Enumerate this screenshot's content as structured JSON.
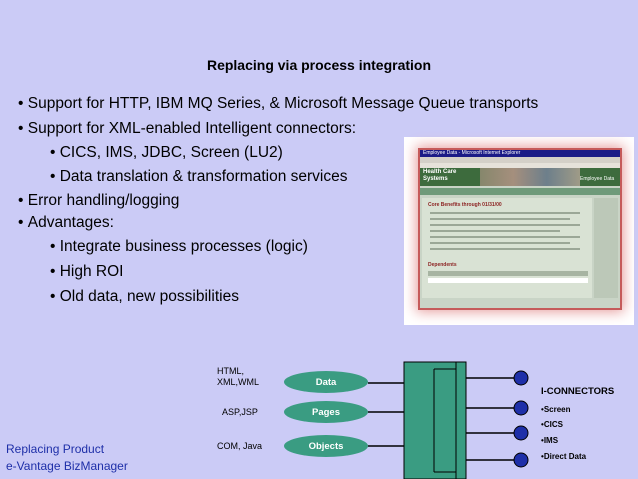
{
  "slide": {
    "title": "Replacing via process integration",
    "bullets": [
      "Support for HTTP, IBM MQ Series, & Microsoft Message Queue transports",
      "Support for XML-enabled Intelligent connectors:",
      "Error handling/logging",
      "Advantages:"
    ],
    "sub_bullets_connectors": [
      "CICS, IMS, JDBC, Screen (LU2)",
      "Data translation & transformation services"
    ],
    "sub_bullets_advantages": [
      "Integrate business processes (logic)",
      "High ROI",
      "Old data, new possibilities"
    ]
  },
  "screenshot": {
    "window_title": "Employee Data - Microsoft Internet Explorer",
    "banner_line1": "Health Care",
    "banner_line2": "Systems",
    "banner_right": "Employee Data",
    "section_title": "Core Benefits through 01/31/00",
    "dependents_title": "Dependents"
  },
  "diagram": {
    "labels": {
      "html_xml": "HTML,\nXML,WML",
      "asp_jsp": "ASP,JSP",
      "com_java": "COM, Java"
    },
    "pills": {
      "data": "Data",
      "pages": "Pages",
      "objects": "Objects"
    },
    "connectors_title": "I-CONNECTORS",
    "connectors": [
      "Screen",
      "CICS",
      "IMS",
      "Direct Data"
    ],
    "colors": {
      "pill": "#3a9c82",
      "box": "#3a9c82",
      "circle": "#1e2fa8"
    }
  },
  "footer": {
    "line1": "Replacing Product",
    "line2": "e-Vantage BizManager"
  }
}
